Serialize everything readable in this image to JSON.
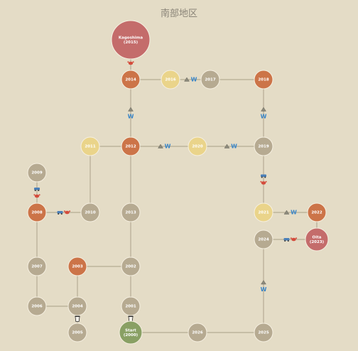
{
  "title": "南部地区",
  "colors": {
    "background": "#e4dcc6",
    "edge": "#b5ab94",
    "default": "#b6aa91",
    "orange": "#cc7448",
    "yellow": "#ead48a",
    "red": "#c46c6b",
    "green": "#89a064",
    "stroke": "#f6f0e2"
  },
  "nodes": [
    {
      "id": "kagoshima",
      "lines": [
        "Kagoshima",
        "(2015)"
      ],
      "style": "red"
    },
    {
      "id": "n2014",
      "lines": [
        "2014"
      ],
      "style": "orange"
    },
    {
      "id": "n2016",
      "lines": [
        "2016"
      ],
      "style": "yellow"
    },
    {
      "id": "n2017",
      "lines": [
        "2017"
      ],
      "style": "default"
    },
    {
      "id": "n2018",
      "lines": [
        "2018"
      ],
      "style": "orange"
    },
    {
      "id": "n2011",
      "lines": [
        "2011"
      ],
      "style": "yellow"
    },
    {
      "id": "n2012",
      "lines": [
        "2012"
      ],
      "style": "orange"
    },
    {
      "id": "n2020",
      "lines": [
        "2020"
      ],
      "style": "yellow"
    },
    {
      "id": "n2019",
      "lines": [
        "2019"
      ],
      "style": "default"
    },
    {
      "id": "n2009",
      "lines": [
        "2009"
      ],
      "style": "default"
    },
    {
      "id": "n2008",
      "lines": [
        "2008"
      ],
      "style": "orange"
    },
    {
      "id": "n2010",
      "lines": [
        "2010"
      ],
      "style": "default"
    },
    {
      "id": "n2013",
      "lines": [
        "2013"
      ],
      "style": "default"
    },
    {
      "id": "n2021",
      "lines": [
        "2021"
      ],
      "style": "yellow"
    },
    {
      "id": "n2022",
      "lines": [
        "2022"
      ],
      "style": "orange"
    },
    {
      "id": "n2024",
      "lines": [
        "2024"
      ],
      "style": "default"
    },
    {
      "id": "oita",
      "lines": [
        "Oita",
        "(2023)"
      ],
      "style": "red"
    },
    {
      "id": "n2007",
      "lines": [
        "2007"
      ],
      "style": "default"
    },
    {
      "id": "n2003",
      "lines": [
        "2003"
      ],
      "style": "orange"
    },
    {
      "id": "n2002",
      "lines": [
        "2002"
      ],
      "style": "default"
    },
    {
      "id": "n2006",
      "lines": [
        "2006"
      ],
      "style": "default"
    },
    {
      "id": "n2004",
      "lines": [
        "2004"
      ],
      "style": "default"
    },
    {
      "id": "n2001",
      "lines": [
        "2001"
      ],
      "style": "default"
    },
    {
      "id": "n2005",
      "lines": [
        "2005"
      ],
      "style": "default"
    },
    {
      "id": "start",
      "lines": [
        "Start",
        "(2000)"
      ],
      "style": "green"
    },
    {
      "id": "n2026",
      "lines": [
        "2026"
      ],
      "style": "default"
    },
    {
      "id": "n2025",
      "lines": [
        "2025"
      ],
      "style": "default"
    }
  ],
  "edges": [
    [
      "kagoshima",
      "n2014"
    ],
    [
      "n2014",
      "n2016"
    ],
    [
      "n2016",
      "n2017"
    ],
    [
      "n2017",
      "n2018"
    ],
    [
      "n2014",
      "n2012"
    ],
    [
      "n2018",
      "n2019"
    ],
    [
      "n2011",
      "n2012"
    ],
    [
      "n2012",
      "n2020"
    ],
    [
      "n2020",
      "n2019"
    ],
    [
      "n2011",
      "n2010"
    ],
    [
      "n2012",
      "n2013"
    ],
    [
      "n2019",
      "n2021"
    ],
    [
      "n2009",
      "n2008"
    ],
    [
      "n2008",
      "n2010"
    ],
    [
      "n2008",
      "n2007"
    ],
    [
      "n2021",
      "n2022"
    ],
    [
      "n2022",
      "oita"
    ],
    [
      "n2024",
      "oita"
    ],
    [
      "n2024",
      "n2025"
    ],
    [
      "n2013",
      "n2002"
    ],
    [
      "n2003",
      "n2002"
    ],
    [
      "n2003",
      "n2004"
    ],
    [
      "n2007",
      "n2006"
    ],
    [
      "n2006",
      "n2004"
    ],
    [
      "n2002",
      "n2001"
    ],
    [
      "n2004",
      "n2005"
    ],
    [
      "n2001",
      "start"
    ],
    [
      "start",
      "n2026"
    ],
    [
      "n2026",
      "n2025"
    ]
  ],
  "icons": [
    {
      "on": [
        "kagoshima",
        "n2014"
      ],
      "kind": "car-crab"
    },
    {
      "on": [
        "n2014",
        "n2012"
      ],
      "kind": "mountain-w"
    },
    {
      "on": [
        "n2016",
        "n2017"
      ],
      "kind": "mountain-w"
    },
    {
      "on": [
        "n2018",
        "n2019"
      ],
      "kind": "mountain-w"
    },
    {
      "on": [
        "n2012",
        "n2020"
      ],
      "kind": "mountain-w"
    },
    {
      "on": [
        "n2020",
        "n2019"
      ],
      "kind": "mountain-w"
    },
    {
      "on": [
        "n2019",
        "n2021"
      ],
      "kind": "car-crab"
    },
    {
      "on": [
        "n2009",
        "n2008"
      ],
      "kind": "car-crab"
    },
    {
      "on": [
        "n2008",
        "n2010"
      ],
      "kind": "car-crab"
    },
    {
      "on": [
        "n2021",
        "n2022"
      ],
      "kind": "mountain-w"
    },
    {
      "on": [
        "n2024",
        "oita"
      ],
      "kind": "car-crab"
    },
    {
      "on": [
        "n2024",
        "n2025"
      ],
      "kind": "mountain-w"
    },
    {
      "on": [
        "n2004",
        "n2005"
      ],
      "kind": "cup"
    },
    {
      "on": [
        "n2001",
        "start"
      ],
      "kind": "cup"
    }
  ]
}
